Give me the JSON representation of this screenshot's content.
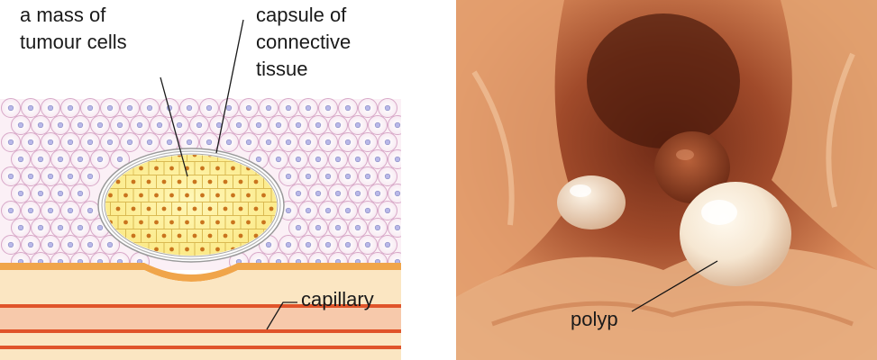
{
  "diagram": {
    "left": {
      "labels": {
        "tumour": "a mass of\ntumour cells",
        "capsule": "capsule of\nconnective\ntissue",
        "capillary": "capillary"
      }
    },
    "right": {
      "labels": {
        "polyp": "polyp"
      }
    }
  }
}
